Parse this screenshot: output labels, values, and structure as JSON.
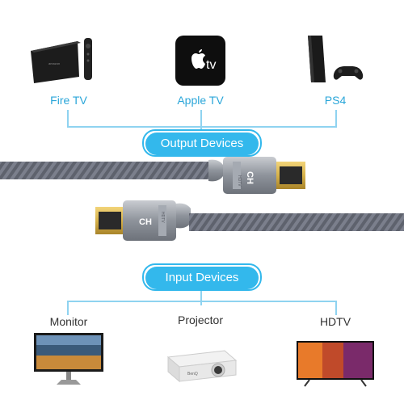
{
  "output_devices": {
    "heading": "Output Devices",
    "items": [
      {
        "label": "Fire TV",
        "icon": "fire-tv-box-icon"
      },
      {
        "label": "Apple TV",
        "icon": "apple-tv-box-icon"
      },
      {
        "label": "PS4",
        "icon": "ps4-console-icon"
      }
    ],
    "apple_tv_logo_text": "tv"
  },
  "input_devices": {
    "heading": "Input Devices",
    "items": [
      {
        "label": "Monitor",
        "icon": "monitor-icon"
      },
      {
        "label": "Projector",
        "icon": "projector-icon"
      },
      {
        "label": "HDTV",
        "icon": "hdtv-icon"
      }
    ]
  },
  "cable": {
    "connector_text": "HDTV",
    "connector_logo": "CH",
    "colors": {
      "braid": "#7b7f8c",
      "metal": "#9ea3ab",
      "gold": "#d7b24a",
      "accent": "#33b8ec"
    }
  }
}
